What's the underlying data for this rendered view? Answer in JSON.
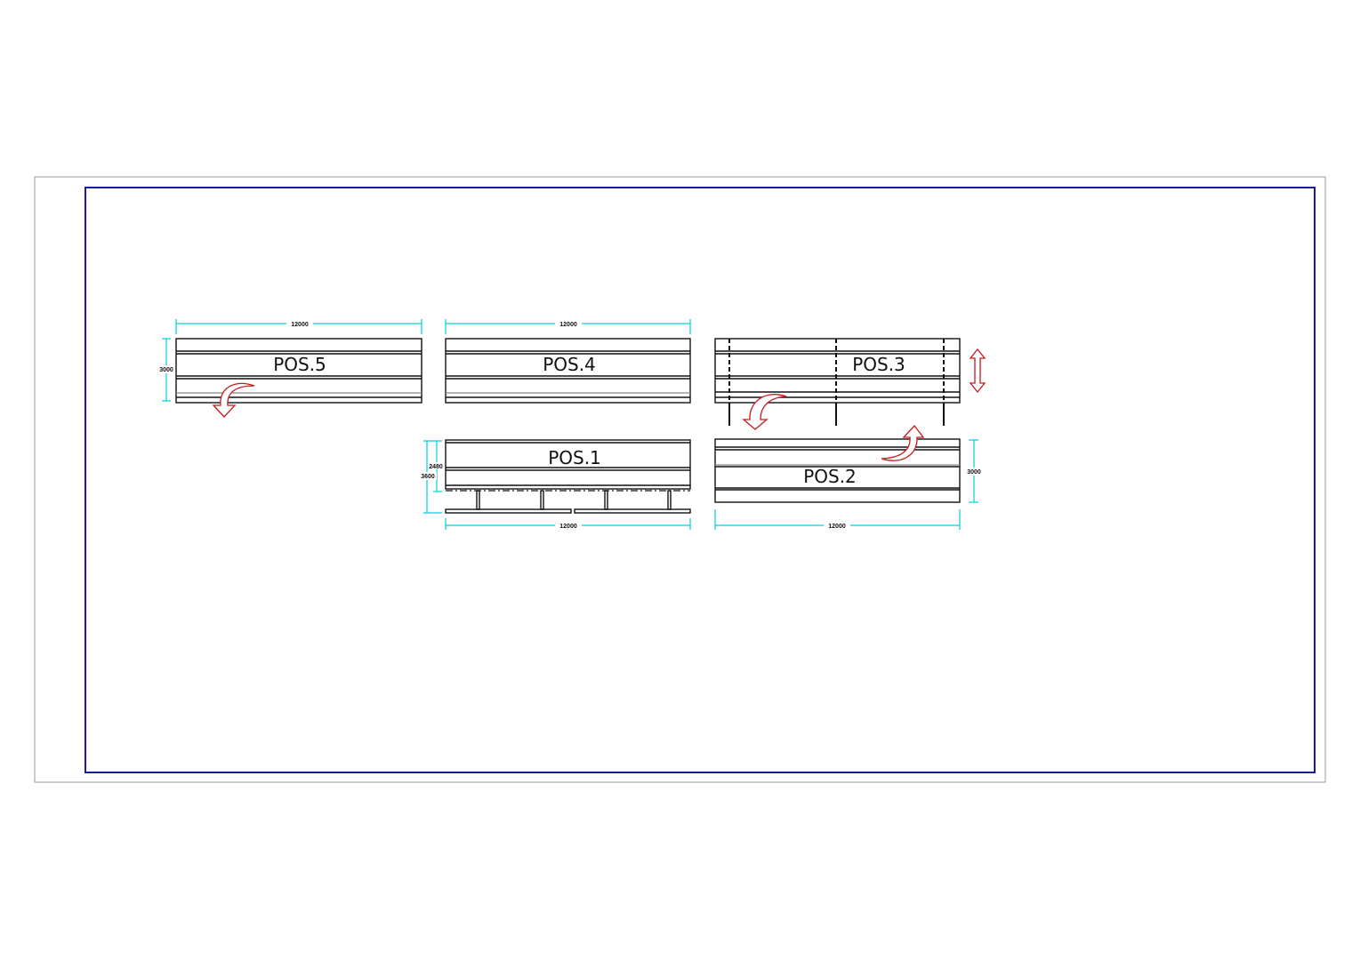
{
  "drawing": {
    "colors": {
      "frame": "#1a1aa0",
      "border": "#999999",
      "dimension": "#00d0d8",
      "arrow": "#c41a1a",
      "line": "#111111"
    },
    "panels": [
      {
        "id": "pos5",
        "label": "POS.5",
        "width_dim": "12000",
        "height_dim": "3000"
      },
      {
        "id": "pos4",
        "label": "POS.4",
        "width_dim": "12000"
      },
      {
        "id": "pos3",
        "label": "POS.3"
      },
      {
        "id": "pos1",
        "label": "POS.1",
        "width_dim": "12000",
        "height_dim": "3600",
        "inner_dim": "2480"
      },
      {
        "id": "pos2",
        "label": "POS.2",
        "width_dim": "12000",
        "height_dim": "3000"
      }
    ]
  }
}
